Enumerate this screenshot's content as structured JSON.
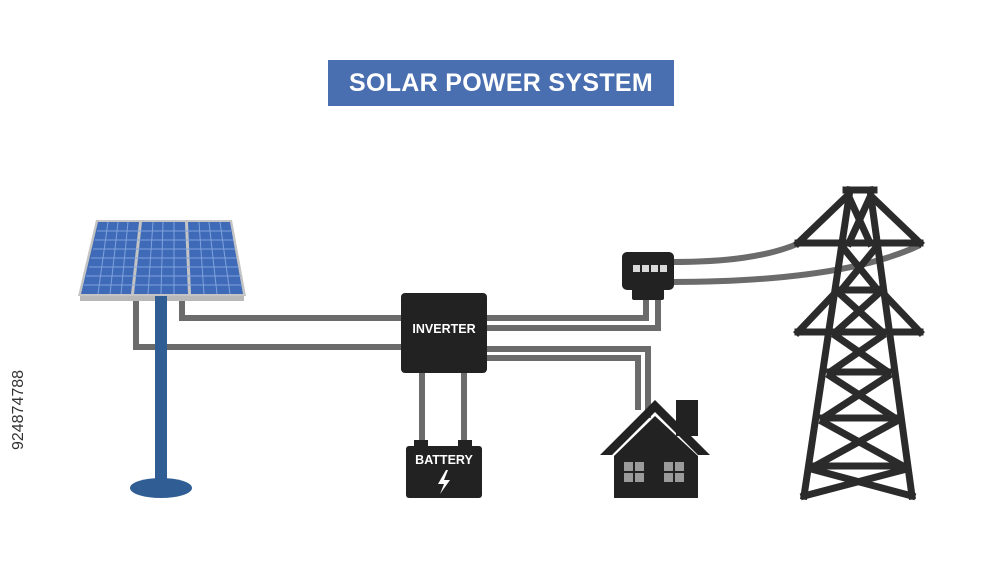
{
  "title": "SOLAR POWER SYSTEM",
  "components": {
    "inverter_label": "INVERTER",
    "battery_label": "BATTERY"
  },
  "stock_id": "924874788",
  "colors": {
    "title_bg": "#4a6fb0",
    "panel_blue": "#3f6ab8",
    "pole_blue": "#2f5d94",
    "wire": "#6b6b6b",
    "device": "#222222"
  }
}
